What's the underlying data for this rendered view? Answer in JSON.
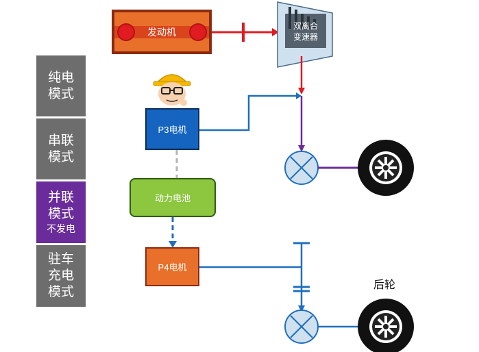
{
  "modes": [
    {
      "lines": [
        "纯电",
        "模式"
      ],
      "sub": "",
      "color": "#6d6d6d",
      "active": false
    },
    {
      "lines": [
        "串联",
        "模式"
      ],
      "sub": "",
      "color": "#6d6d6d",
      "active": false
    },
    {
      "lines": [
        "并联",
        "模式"
      ],
      "sub": "不发电",
      "color": "#6a2c9a",
      "active": true
    },
    {
      "lines": [
        "驻车",
        "充电",
        "模式"
      ],
      "sub": "",
      "color": "#6d6d6d",
      "active": false
    }
  ],
  "components": {
    "engine": "发动机",
    "transmission": [
      "双离合",
      "变速器"
    ],
    "p3_motor": "P3电机",
    "battery": "动力电池",
    "p4_motor": "P4电机"
  },
  "labels": {
    "rear_wheel": "后轮"
  },
  "colors": {
    "engine_orange": "#e8702a",
    "motor_blue": "#1565c0",
    "battery_green": "#8dc63f",
    "flow_red": "#e11b22",
    "flow_purple": "#6a2c9a",
    "flow_blue": "#1f6fbf",
    "inactive_grey": "#6d6d6d"
  },
  "icons": [
    "engineer-avatar-icon",
    "front-wheel-icon",
    "rear-wheel-icon",
    "differential-icon",
    "clutch-icon"
  ]
}
